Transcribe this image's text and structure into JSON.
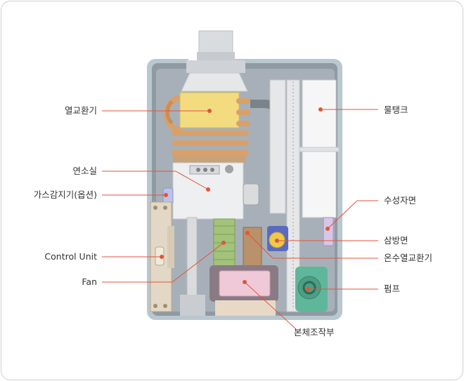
{
  "labels": {
    "heat_exchanger": "열교환기",
    "combustion_chamber": "연소실",
    "gas_detector": "가스감지기(옵션)",
    "control_unit": "Control Unit",
    "fan": "Fan",
    "water_tank": "물탱크",
    "water_control": "수성자면",
    "three_way": "삼방면",
    "hot_water_exchanger": "온수열교환기",
    "pump": "펌프",
    "main_control": "본체조작부"
  },
  "colors": {
    "leader": "#e0553b",
    "frame_border": "#cfcfcf",
    "casing": "#b9c7cf",
    "copper": "#d9a06a",
    "heat_exchanger_core": "#f3dc80"
  }
}
